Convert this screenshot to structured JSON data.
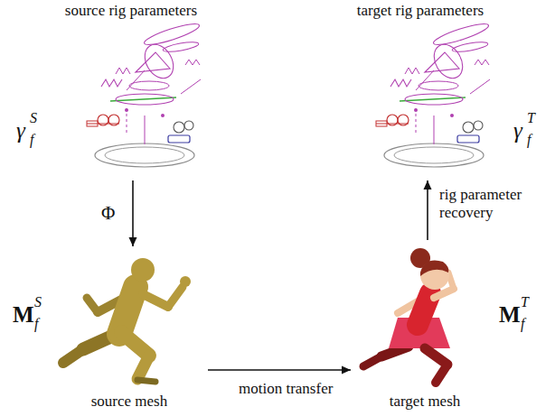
{
  "diagram": {
    "nodes": [
      {
        "text": [
          "source rig parameters"
        ]
      },
      {
        "text": [
          "target rig parameters"
        ]
      },
      {
        "text": [
          "source mesh"
        ]
      },
      {
        "text": [
          "target mesh"
        ]
      }
    ],
    "edges": [
      {
        "from": 0,
        "to": 2,
        "arrow": "to",
        "label": "Φ"
      },
      {
        "from": 2,
        "to": 3,
        "arrow": "to",
        "label": "motion transfer"
      },
      {
        "from": 3,
        "to": 1,
        "arrow": "to",
        "label": "rig parameter recovery"
      }
    ],
    "labels": [
      "γ",
      "S",
      "f",
      "γ",
      "T",
      "f",
      "M",
      "S",
      "f",
      "M",
      "T",
      "f"
    ]
  }
}
